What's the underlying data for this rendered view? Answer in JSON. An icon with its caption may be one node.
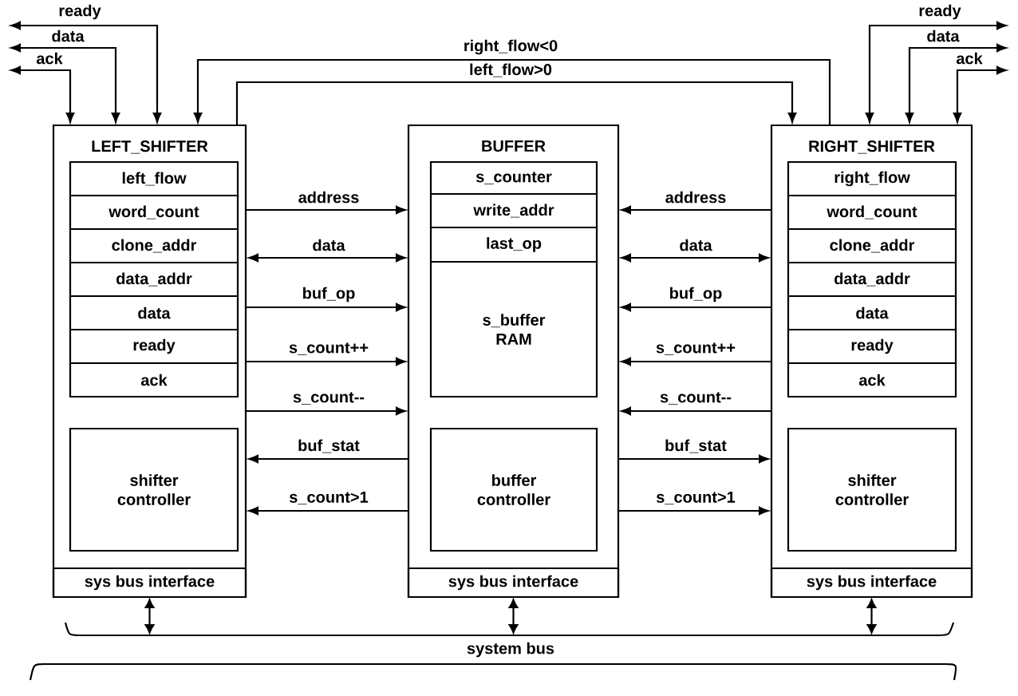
{
  "diagram": {
    "nodes": [
      {
        "text": [
          "LEFT_SHIFTER"
        ]
      },
      {
        "text": [
          "left_flow"
        ],
        "in": 0
      },
      {
        "text": [
          "word_count"
        ],
        "in": 0
      },
      {
        "text": [
          "clone_addr"
        ],
        "in": 0
      },
      {
        "text": [
          "data_addr"
        ],
        "in": 0
      },
      {
        "text": [
          "data"
        ],
        "in": 0
      },
      {
        "text": [
          "ready"
        ],
        "in": 0
      },
      {
        "text": [
          "ack"
        ],
        "in": 0
      },
      {
        "text": [
          "shifter controller"
        ],
        "in": 0
      },
      {
        "text": [
          "sys bus interface"
        ],
        "in": 0
      },
      {
        "text": [
          "BUFFER"
        ]
      },
      {
        "text": [
          "s_counter"
        ],
        "in": 10
      },
      {
        "text": [
          "write_addr"
        ],
        "in": 10
      },
      {
        "text": [
          "last_op"
        ],
        "in": 10
      },
      {
        "text": [
          "s_buffer RAM"
        ],
        "in": 10
      },
      {
        "text": [
          "buffer controller"
        ],
        "in": 10
      },
      {
        "text": [
          "sys bus interface"
        ],
        "in": 10
      },
      {
        "text": [
          "RIGHT_SHIFTER"
        ]
      },
      {
        "text": [
          "right_flow"
        ],
        "in": 17
      },
      {
        "text": [
          "word_count"
        ],
        "in": 17
      },
      {
        "text": [
          "clone_addr"
        ],
        "in": 17
      },
      {
        "text": [
          "data_addr"
        ],
        "in": 17
      },
      {
        "text": [
          "data"
        ],
        "in": 17
      },
      {
        "text": [
          "ready"
        ],
        "in": 17
      },
      {
        "text": [
          "ack"
        ],
        "in": 17
      },
      {
        "text": [
          "shifter controller"
        ],
        "in": 17
      },
      {
        "text": [
          "sys bus interface"
        ],
        "in": 17
      },
      {
        "text": [
          "system bus"
        ]
      }
    ],
    "edges": [
      {
        "from": null,
        "to": 0,
        "arrow": "both",
        "label": "ready"
      },
      {
        "from": null,
        "to": 0,
        "arrow": "both",
        "label": "data"
      },
      {
        "from": null,
        "to": 0,
        "arrow": "both",
        "label": "ack"
      },
      {
        "from": null,
        "to": 17,
        "arrow": "both",
        "label": "ready"
      },
      {
        "from": null,
        "to": 17,
        "arrow": "both",
        "label": "data"
      },
      {
        "from": null,
        "to": 17,
        "arrow": "both",
        "label": "ack"
      },
      {
        "from": 17,
        "to": 0,
        "arrow": "to",
        "label": "right_flow<0"
      },
      {
        "from": 0,
        "to": 17,
        "arrow": "to",
        "label": "left_flow>0"
      },
      {
        "from": 0,
        "to": 10,
        "arrow": "to",
        "label": "address"
      },
      {
        "from": 0,
        "to": 10,
        "arrow": "both",
        "label": "data"
      },
      {
        "from": 0,
        "to": 10,
        "arrow": "to",
        "label": "buf_op"
      },
      {
        "from": 0,
        "to": 10,
        "arrow": "to",
        "label": "s_count++"
      },
      {
        "from": 0,
        "to": 10,
        "arrow": "to",
        "label": "s_count--"
      },
      {
        "from": 10,
        "to": 0,
        "arrow": "to",
        "label": "buf_stat"
      },
      {
        "from": 10,
        "to": 0,
        "arrow": "to",
        "label": "s_count>1"
      },
      {
        "from": 17,
        "to": 10,
        "arrow": "to",
        "label": "address"
      },
      {
        "from": 10,
        "to": 17,
        "arrow": "both",
        "label": "data"
      },
      {
        "from": 17,
        "to": 10,
        "arrow": "to",
        "label": "buf_op"
      },
      {
        "from": 17,
        "to": 10,
        "arrow": "to",
        "label": "s_count++"
      },
      {
        "from": 17,
        "to": 10,
        "arrow": "to",
        "label": "s_count--"
      },
      {
        "from": 10,
        "to": 17,
        "arrow": "to",
        "label": "buf_stat"
      },
      {
        "from": 10,
        "to": 17,
        "arrow": "to",
        "label": "s_count>1"
      },
      {
        "from": 9,
        "to": 27,
        "arrow": "both"
      },
      {
        "from": 16,
        "to": 27,
        "arrow": "both"
      },
      {
        "from": 26,
        "to": 27,
        "arrow": "both"
      }
    ]
  }
}
